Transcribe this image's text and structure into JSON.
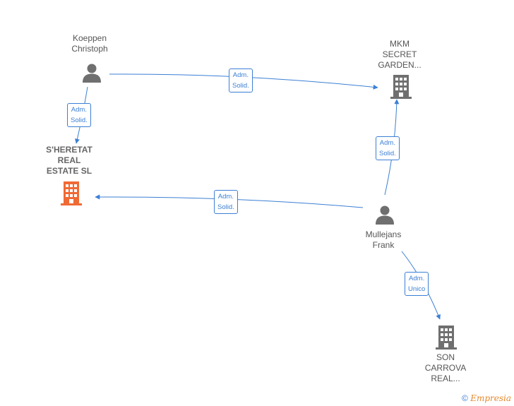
{
  "nodes": {
    "koeppen": {
      "label": "Koeppen\nChristoph"
    },
    "mkm": {
      "label": "MKM\nSECRET\nGARDEN..."
    },
    "sheretat": {
      "label": "S'HERETAT\nREAL\nESTATE  SL"
    },
    "mullejans": {
      "label": "Mullejans\nFrank"
    },
    "son_carrova": {
      "label": "SON\nCARROVA\nREAL..."
    }
  },
  "relations": {
    "koeppen_mkm": "Adm.\nSolid.",
    "koeppen_sheretat": "Adm.\nSolid.",
    "mullejans_mkm": "Adm.\nSolid.",
    "mullejans_sheretat": "Adm.\nSolid.",
    "mullejans_son_carrova": "Adm.\nUnico"
  },
  "colors": {
    "edge": "#3b7fd4",
    "person_icon": "#6f6f6f",
    "company_icon": "#6f6f6f",
    "main_company_icon": "#f06a35"
  },
  "footer": {
    "copyright": "©",
    "brand": "Empresia"
  }
}
